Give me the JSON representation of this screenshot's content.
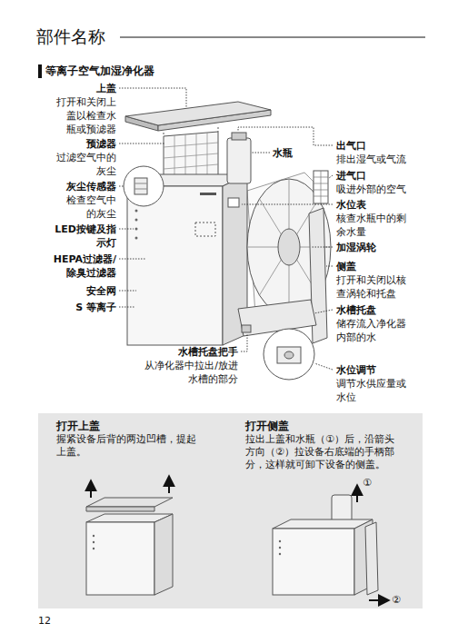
{
  "diagram": {
    "title": "部件名称",
    "nodes": [
      {
        "text": [
          "打开上盖",
          "握紧设备后背的两边凹槽，提起 上盖。"
        ]
      },
      {
        "text": [
          "打开侧盖",
          "拉出上盖和水瓶（①）后，沿箭头 方向（②）拉设备右底端的手柄部 分，这样就可卸下设备的侧盖。"
        ]
      }
    ],
    "labels": [
      "等离子空气加湿净化器",
      "上盖",
      "打开和关闭上 盖以检查水 瓶或预滤器",
      "预滤器",
      "过滤空气中的 灰尘",
      "灰尘传感器",
      "检查空气中 的灰尘",
      "LED按键及指 示灯",
      "HEPA过滤器/ 除臭过滤器",
      "安全网",
      "S 等离子",
      "水瓶",
      "出气口",
      "排出湿气或气流",
      "进气口",
      "吸进外部的空气",
      "水位表",
      "核查水瓶中的剩 余水量",
      "加湿涡轮",
      "侧盖",
      "打开和关闭以核 查涡轮和托盘",
      "水槽托盘",
      "储存流入净化器 内部的水",
      "水槽托盘把手",
      "从净化器中拉出/放进 水槽的部分",
      "水位调节",
      "调节水供应量或 水位",
      "①",
      "②",
      "12"
    ]
  }
}
